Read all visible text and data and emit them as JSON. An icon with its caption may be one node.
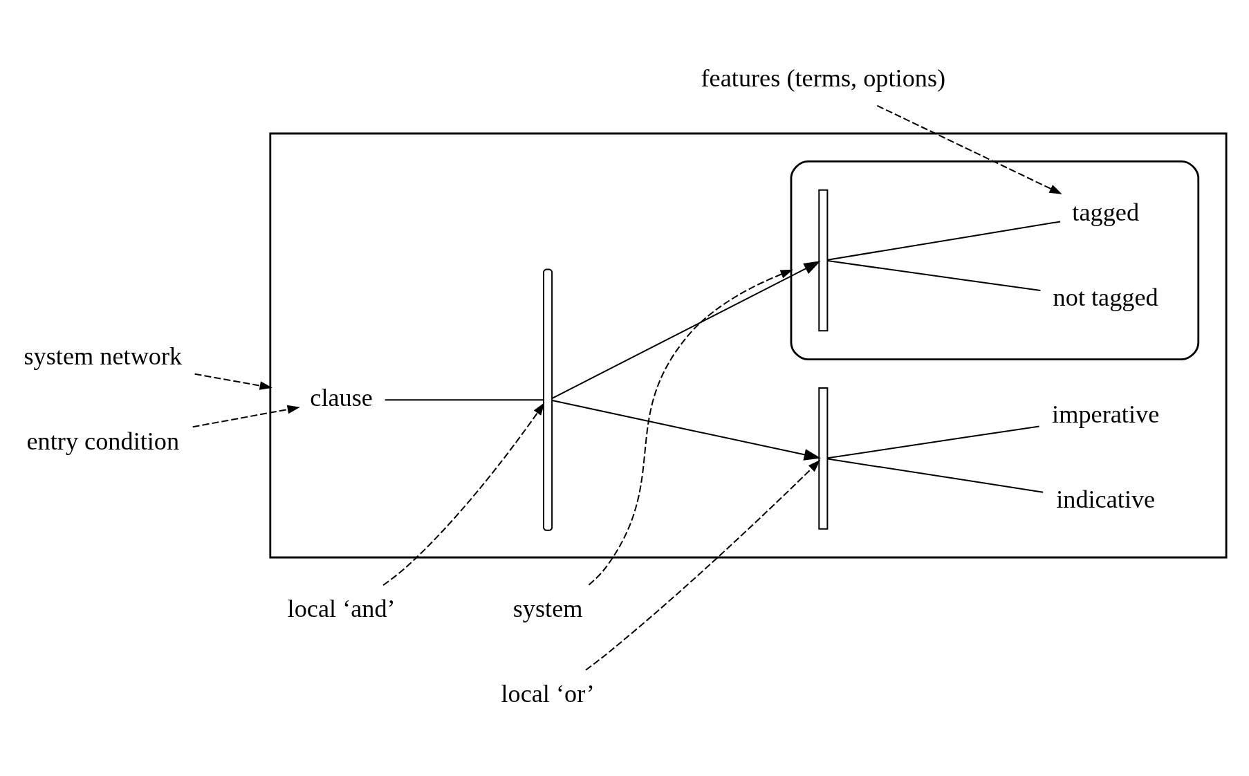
{
  "diagram": {
    "nodes": [
      {
        "text": [],
        "shape": "box"
      },
      {
        "text": [
          "system network"
        ]
      },
      {
        "text": [
          "system"
        ]
      },
      {
        "text": [
          "features (terms, options)"
        ]
      },
      {
        "text": [
          "entry condition"
        ]
      },
      {
        "text": [
          "clause"
        ],
        "in": 0
      },
      {
        "text": [],
        "shape": "brace",
        "in": 0
      },
      {
        "text": [],
        "shape": "ellipse",
        "in": 0
      },
      {
        "text": [],
        "shape": "bracket",
        "in": 7
      },
      {
        "text": [
          "tagged"
        ],
        "in": 7
      },
      {
        "text": [
          "not tagged"
        ],
        "in": 7
      },
      {
        "text": [],
        "shape": "bracket",
        "in": 0
      },
      {
        "text": [
          "indicative"
        ],
        "in": 0
      },
      {
        "text": [
          "imperative"
        ],
        "in": 0
      },
      {
        "text": [
          "local ‘and’"
        ]
      },
      {
        "text": [
          "local ‘or’"
        ]
      }
    ],
    "edges": [
      {
        "from": 5,
        "to": 6,
        "arrow": "none"
      },
      {
        "from": 6,
        "to": 8,
        "arrow": "to"
      },
      {
        "from": 6,
        "to": 11,
        "arrow": "to"
      },
      {
        "from": 8,
        "to": 9,
        "arrow": "none"
      },
      {
        "from": 8,
        "to": 10,
        "arrow": "none"
      },
      {
        "from": 11,
        "to": 12,
        "arrow": "none"
      },
      {
        "from": 11,
        "to": 13,
        "arrow": "none"
      },
      {
        "from": 1,
        "to": 0,
        "arrow": "to",
        "style": "dashed"
      },
      {
        "from": 2,
        "to": 7,
        "arrow": "to",
        "style": "dashed"
      },
      {
        "from": 3,
        "to": 9,
        "arrow": "to",
        "style": "dashed"
      },
      {
        "from": 4,
        "to": 5,
        "arrow": "to",
        "style": "dashed"
      },
      {
        "from": 14,
        "to": 6,
        "arrow": "to",
        "style": "dashed"
      },
      {
        "from": 15,
        "to": 11,
        "arrow": "to",
        "style": "dashed"
      }
    ]
  }
}
